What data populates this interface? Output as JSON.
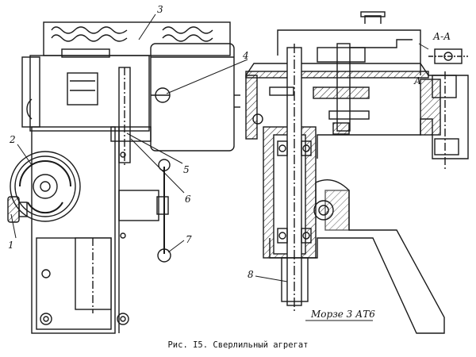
{
  "figure": {
    "caption": "Рис. I5. Сверлильный агрегат",
    "callouts": {
      "c1": "1",
      "c2": "2",
      "c3": "3",
      "c4": "4",
      "c5": "5",
      "c6": "6",
      "c7": "7",
      "c8": "8"
    },
    "section_label": "А-А",
    "section_mark": "А",
    "taper_note": "Морзе 3 АТ6"
  },
  "colors": {
    "ink": "#1a1a1a",
    "paper": "#ffffff"
  }
}
